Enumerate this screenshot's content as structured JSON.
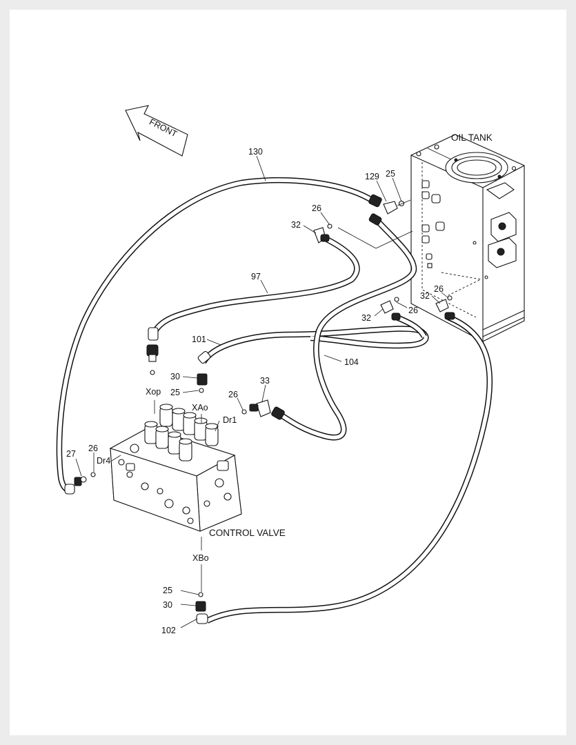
{
  "title_labels": {
    "oil_tank": "OIL TANK",
    "control_valve": "CONTROL VALVE",
    "front": "FRONT"
  },
  "callouts": {
    "c130": "130",
    "c129": "129",
    "c25_top": "25",
    "c26_top": "26",
    "c32_top": "32",
    "c97": "97",
    "c26_right": "26",
    "c32_right": "32",
    "c32_mid": "32",
    "c26_mid": "26",
    "c101": "101",
    "c104": "104",
    "c30_top": "30",
    "c25_mid": "25",
    "c33": "33",
    "c26_dr1": "26",
    "c27": "27",
    "c26_dr4": "26",
    "c25_bottom": "25",
    "c30_bottom": "30",
    "c102": "102"
  },
  "ports": {
    "xop": "Xop",
    "xao": "XAo",
    "dr1": "Dr1",
    "dr4": "Dr4",
    "xbo": "XBo"
  }
}
